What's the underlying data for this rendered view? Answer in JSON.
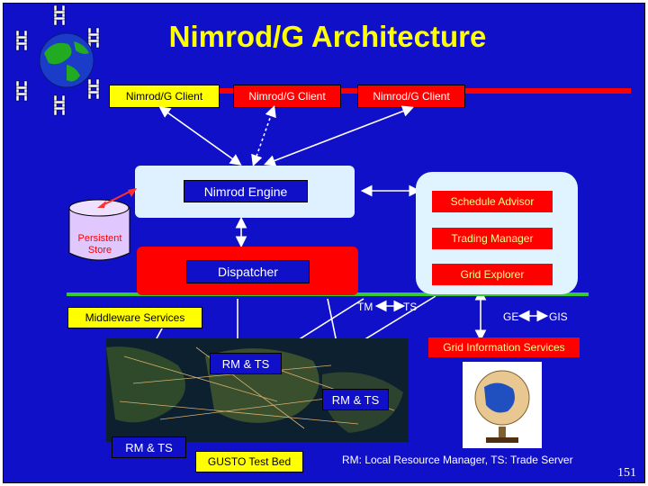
{
  "title": "Nimrod/G Architecture",
  "clients": [
    "Nimrod/G Client",
    "Nimrod/G Client",
    "Nimrod/G Client"
  ],
  "engine": "Nimrod Engine",
  "dispatcher": "Dispatcher",
  "store": {
    "line1": "Persistent",
    "line2": "Store"
  },
  "schedule_advisor": "Schedule Advisor",
  "trading_manager": "Trading Manager",
  "grid_explorer": "Grid Explorer",
  "middleware": "Middleware Services",
  "tm": "TM",
  "ts": "TS",
  "ge": "GE",
  "gis": "GIS",
  "grid_info": "Grid Information Services",
  "rm_ts": "RM & TS",
  "testbed": "GUSTO Test Bed",
  "footnote": "RM: Local Resource Manager, TS: Trade Server",
  "page_number": "151",
  "colors": {
    "background": "#1010c8",
    "title": "#ffff00",
    "accent_red": "#ff0000",
    "panel_light": "#dff0ff",
    "middleware_line": "#33cc33"
  },
  "icons": [
    "tower-icon",
    "globe-icon"
  ]
}
